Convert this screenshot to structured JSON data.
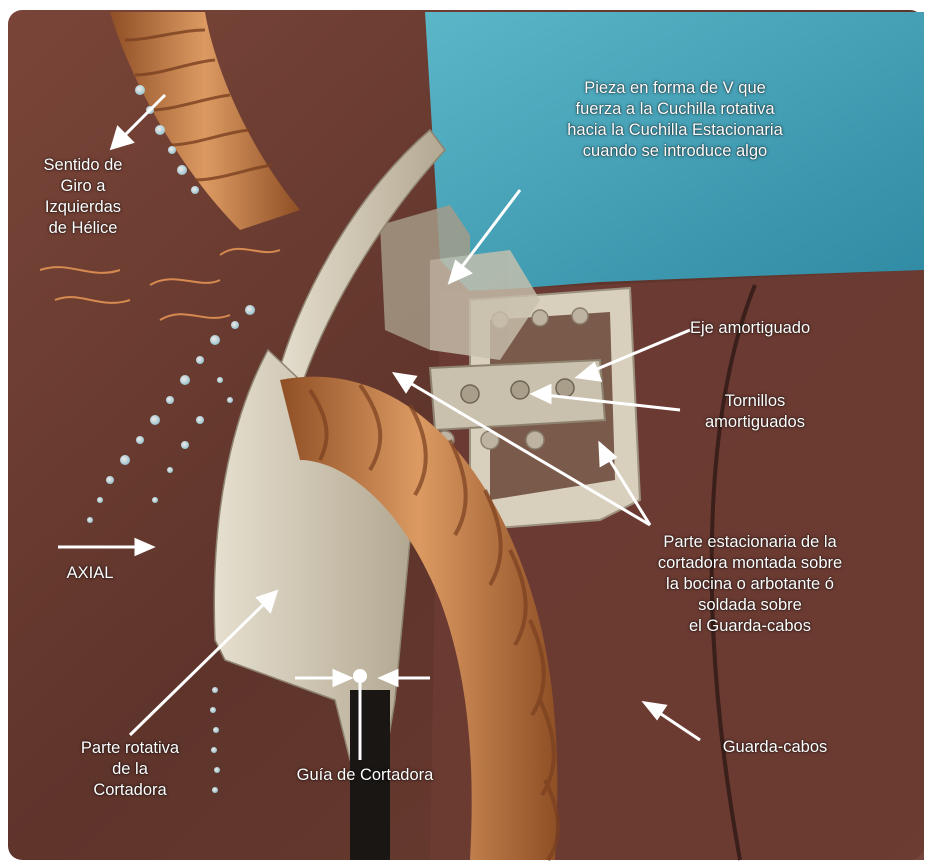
{
  "labels": {
    "sentido_giro": [
      "Sentido de",
      "Giro a",
      "Izquierdas",
      "de Hélice"
    ],
    "pieza_v": [
      "Pieza en forma de V que",
      "fuerza a la Cuchilla rotativa",
      "hacia la Cuchilla Estacionaria",
      "cuando se introduce algo"
    ],
    "eje": "Eje amortiguado",
    "tornillos": [
      "Tornillos",
      "amortiguados"
    ],
    "parte_estacionaria": [
      "Parte estacionaria de la",
      "cortadora montada sobre",
      "la bocina o arbotante ó",
      "soldada sobre",
      "el Guarda-cabos"
    ],
    "axial": "AXIAL",
    "parte_rotativa": [
      "Parte rotativa",
      "de la",
      "Cortadora"
    ],
    "guia": "Guía de Cortadora",
    "guarda_cabos": "Guarda-cabos"
  },
  "colors": {
    "hull": "#6a3a30",
    "sea": "#4aa3b8",
    "rope": "#c9804a",
    "blade": "#cfc6b4",
    "label_text": "#ffffff"
  }
}
